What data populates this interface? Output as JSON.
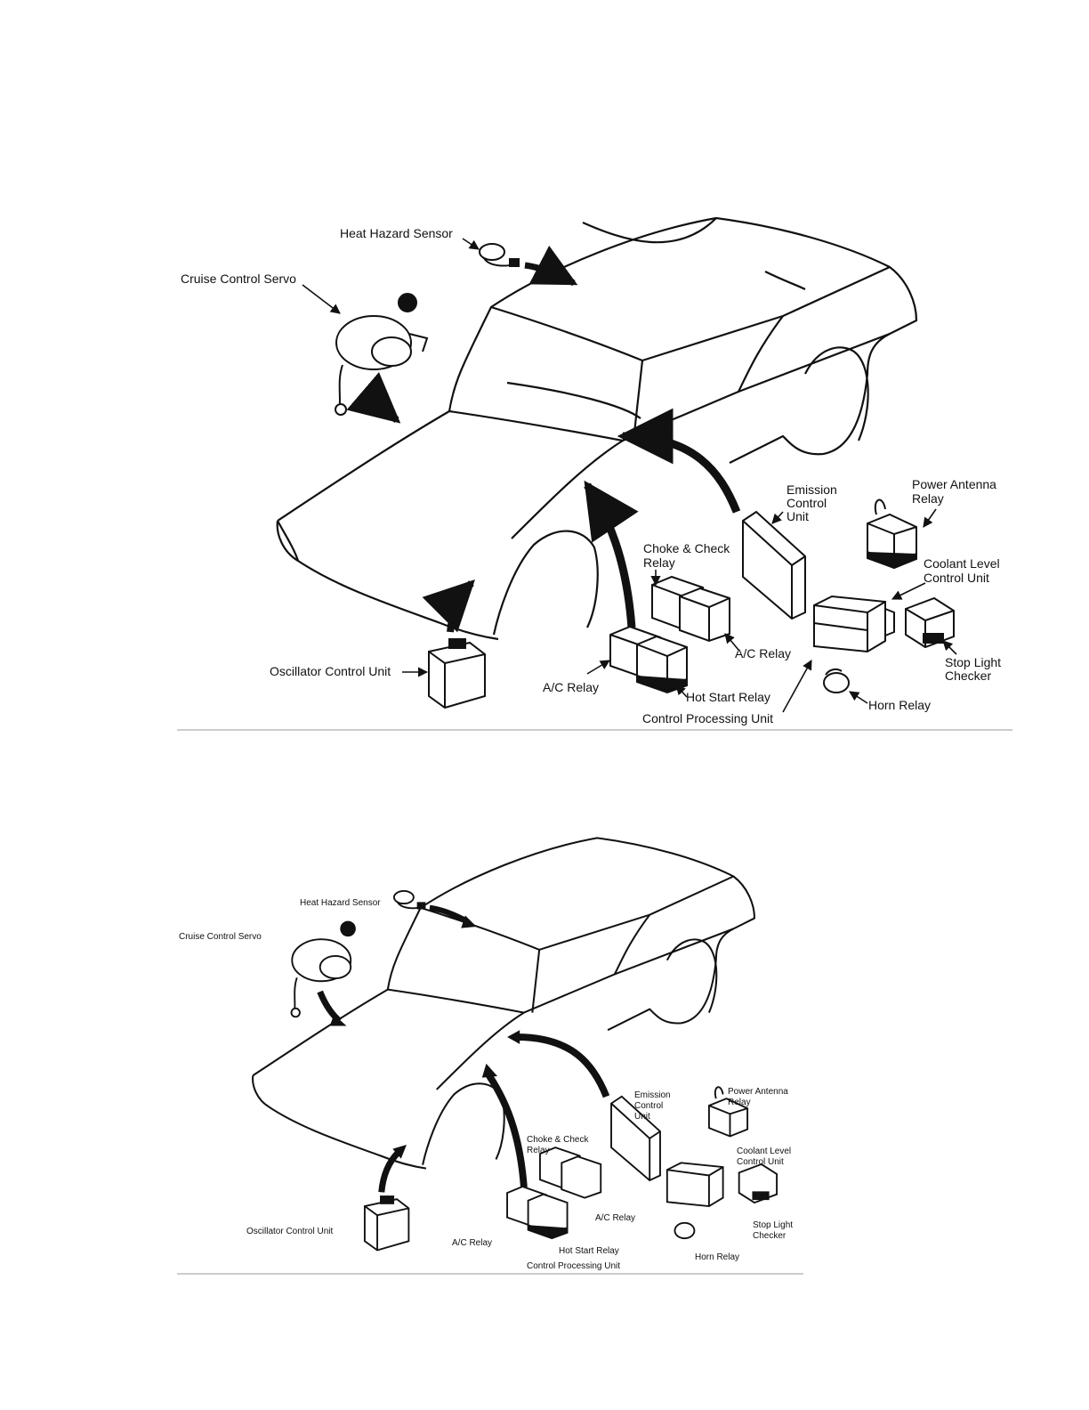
{
  "figures": [
    {
      "labels": {
        "heat_hazard_sensor": "Heat Hazard Sensor",
        "cruise_control_servo": "Cruise Control Servo",
        "emission_control_unit": [
          "Emission",
          "Control",
          "Unit"
        ],
        "power_antenna_relay": [
          "Power Antenna",
          "Relay"
        ],
        "choke_check_relay": [
          "Choke & Check",
          "Relay"
        ],
        "coolant_level_control_unit": [
          "Coolant Level",
          "Control Unit"
        ],
        "ac_relay_right": "A/C Relay",
        "ac_relay_left": "A/C Relay",
        "stop_light_checker": [
          "Stop Light",
          "Checker"
        ],
        "oscillator_control_unit": "Oscillator Control Unit",
        "hot_start_relay": "Hot Start Relay",
        "horn_relay": "Horn Relay",
        "control_processing_unit": "Control Processing Unit"
      }
    },
    {
      "labels": {
        "heat_hazard_sensor": "Heat Hazard Sensor",
        "cruise_control_servo": "Cruise Control Servo",
        "emission_control_unit": [
          "Emission",
          "Control",
          "Unit"
        ],
        "power_antenna_relay": [
          "Power Antenna",
          "Relay"
        ],
        "choke_check_relay": [
          "Choke & Check",
          "Relay"
        ],
        "coolant_level_control_unit": [
          "Coolant Level",
          "Control Unit"
        ],
        "ac_relay_right": "A/C Relay",
        "ac_relay_left": "A/C Relay",
        "stop_light_checker": [
          "Stop Light",
          "Checker"
        ],
        "oscillator_control_unit": "Oscillator Control Unit",
        "hot_start_relay": "Hot Start Relay",
        "horn_relay": "Horn Relay",
        "control_processing_unit": "Control Processing Unit"
      }
    }
  ]
}
